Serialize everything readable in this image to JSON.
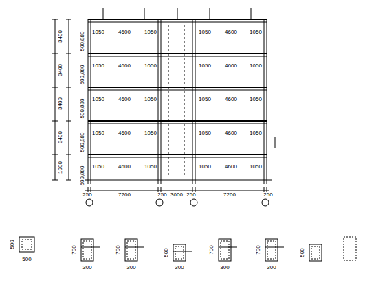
{
  "diagram": {
    "labels": [
      "1050",
      "4600",
      "1050",
      "1050",
      "4600",
      "1050",
      "1050",
      "4600",
      "1050",
      "1050",
      "4600",
      "1050",
      "1050",
      "4600",
      "1050",
      "1050",
      "4600",
      "1050",
      "1050",
      "4600",
      "1050",
      "1050",
      "4600",
      "1050",
      "1050",
      "4600",
      "1050",
      "1050",
      "4600",
      "1050",
      "3400",
      "3400",
      "3400",
      "3400",
      "1000",
      "500,880",
      "500,880",
      "500,880",
      "500,880",
      "500,880",
      "250",
      "7200",
      "250",
      "3000",
      "250",
      "7200",
      "250",
      "500",
      "500",
      "700",
      "300",
      "700",
      "300",
      "500",
      "300",
      "700",
      "300",
      "700",
      "300",
      "500"
    ]
  }
}
